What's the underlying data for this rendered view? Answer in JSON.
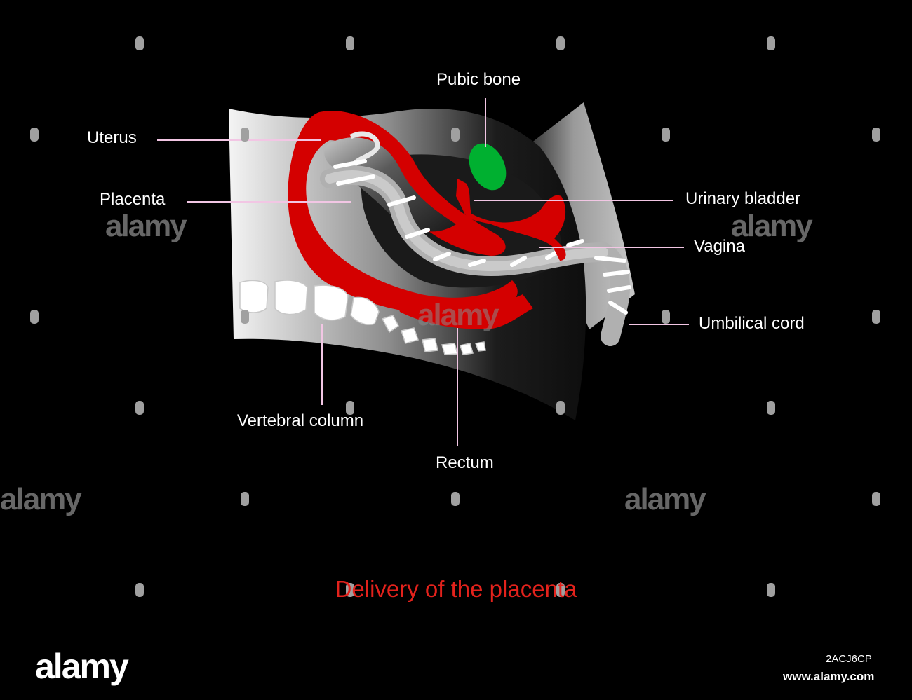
{
  "diagram": {
    "title": "Delivery of the placenta",
    "labels": {
      "pubic_bone": "Pubic bone",
      "uterus": "Uterus",
      "placenta": "Placenta",
      "urinary_bladder": "Urinary bladder",
      "vagina": "Vagina",
      "umbilical_cord": "Umbilical cord",
      "vertebral_column": "Vertebral column",
      "rectum": "Rectum"
    }
  },
  "watermark": {
    "brand": "alamy",
    "image_id": "2ACJ6CP",
    "url": "www.alamy.com"
  },
  "colors": {
    "background": "#000000",
    "tissue_red": "#d40000",
    "bone_green": "#00b030",
    "leader_line": "#f2c6e4",
    "title": "#e3221c"
  }
}
